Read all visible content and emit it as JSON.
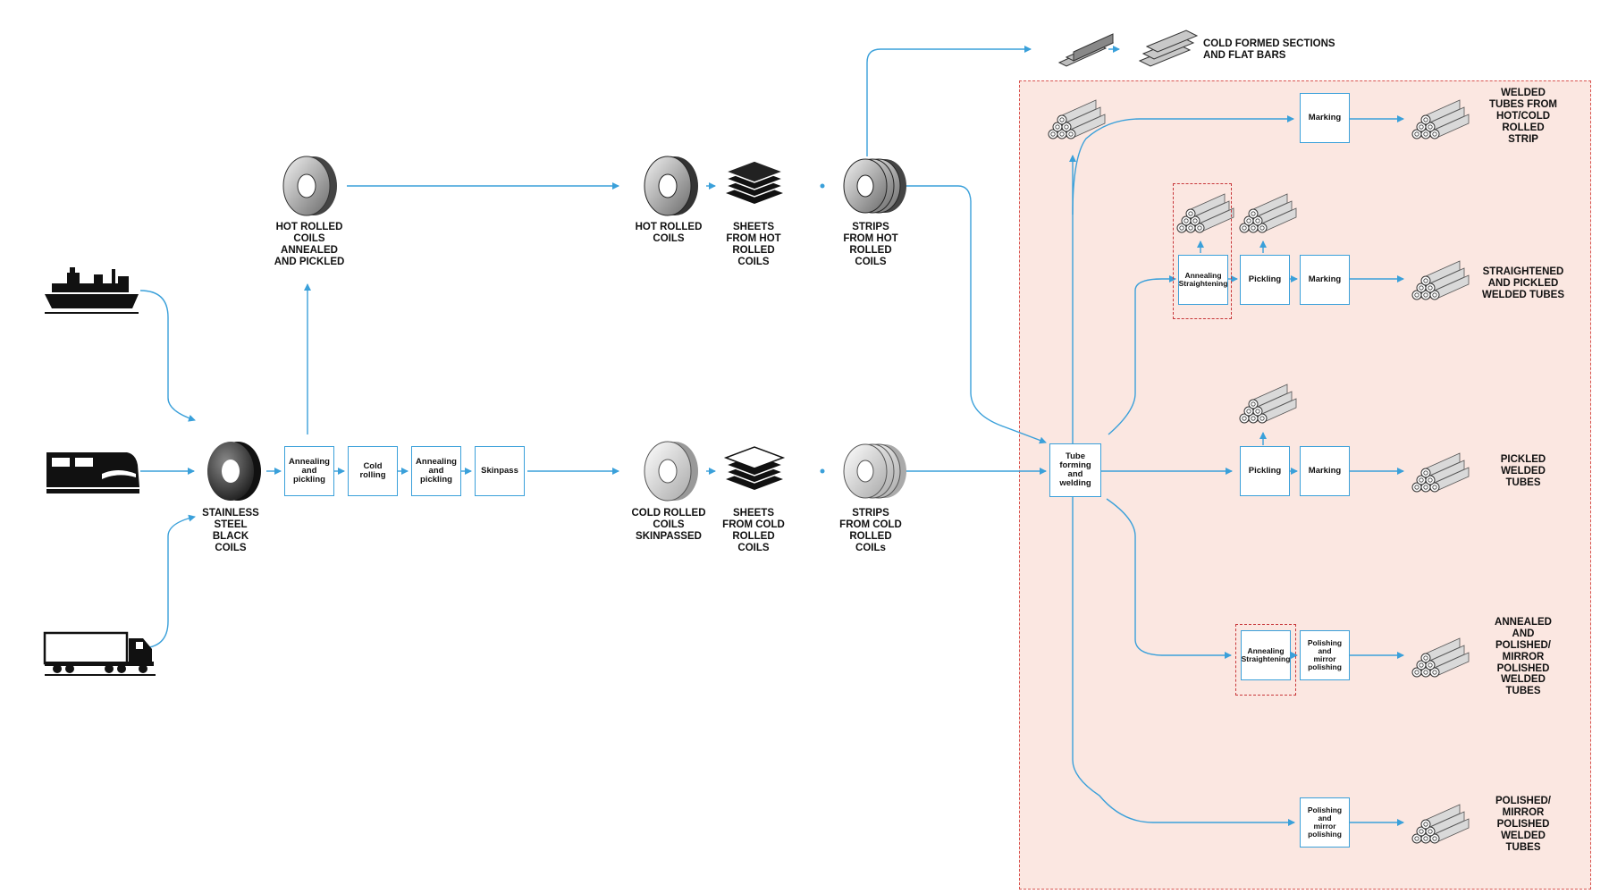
{
  "sources": [
    "ship",
    "train",
    "truck"
  ],
  "products": {
    "black_coils": "STAINLESS\nSTEEL\nBLACK\nCOILS",
    "hr_annealed": "HOT ROLLED\nCOILS\nANNEALED\nAND PICKLED",
    "hot_rolled_coils": "HOT ROLLED\nCOILS",
    "sheets_hot": "SHEETS\nFROM HOT\nROLLED\nCOILS",
    "strips_hot": "STRIPS\nFROM HOT\nROLLED\nCOILS",
    "cold_rolled_coils": "COLD ROLLED\nCOILS\nSKINPASSED",
    "sheets_cold": "SHEETS\nFROM COLD\nROLLED\nCOILS",
    "strips_cold": "STRIPS\nFROM COLD\nROLLED\nCOILs",
    "cold_formed": "COLD FORMED SECTIONS\nAND FLAT BARS",
    "welded_tubes_hot_cold": "WELDED\nTUBES FROM\nHOT/COLD\nROLLED\nSTRIP",
    "straightened_pickled": "STRAIGHTENED\nAND PICKLED\nWELDED TUBES",
    "pickled_welded": "PICKLED\nWELDED\nTUBES",
    "annealed_polished": "ANNEALED\nAND\nPOLISHED/\nMIRROR\nPOLISHED\nWELDED\nTUBES",
    "polished_mirror": "POLISHED/\nMIRROR\nPOLISHED\nWELDED\nTUBES"
  },
  "steps": {
    "annealing_pickling_1": "Annealing\nand\npickling",
    "cold_rolling": "Cold\nrolling",
    "annealing_pickling_2": "Annealing\nand\npickling",
    "skinpass": "Skinpass",
    "tube_forming": "Tube\nforming\nand\nwelding",
    "marking_1": "Marking",
    "annealing_straightening_1": "Annealing\nStraightening",
    "pickling_1": "Pickling",
    "marking_2": "Marking",
    "pickling_2": "Pickling",
    "marking_3": "Marking",
    "annealing_straightening_2": "Annealing\nStraightening",
    "polishing_1": "Polishing\nand\nmirror\npolishing",
    "polishing_2": "Polishing\nand\nmirror\npolishing"
  },
  "colors": {
    "arrow": "#3aa0da",
    "zone_fill": "#fbe7e1",
    "zone_border": "#d9534f",
    "highlight": "#c8373a"
  }
}
